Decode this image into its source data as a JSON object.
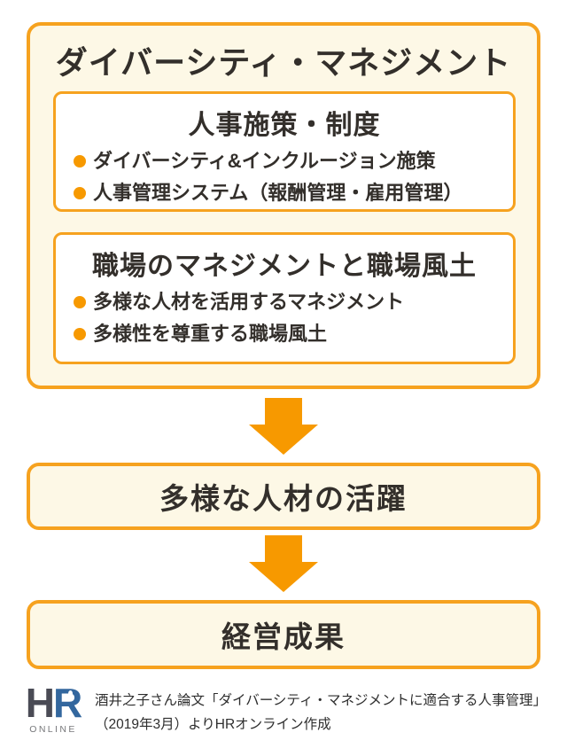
{
  "colors": {
    "accent_orange_border": "#F6A21F",
    "accent_orange_fill": "#F79900",
    "panel_cream": "#FDF8E6",
    "text_dark": "#332F2B",
    "logo_h_color": "#4A4B55",
    "logo_r_color": "#33679E",
    "logo_online_color": "#77787B",
    "credit_color": "#2E2E2E"
  },
  "diagram": {
    "title": "ダイバーシティ・マネジメント",
    "sections": [
      {
        "heading": "人事施策・制度",
        "bullets": [
          "ダイバーシティ&インクルージョン施策",
          "人事管理システム（報酬管理・雇用管理）"
        ]
      },
      {
        "heading": "職場のマネジメントと職場風土",
        "bullets": [
          "多様な人材を活用するマネジメント",
          "多様性を尊重する職場風土"
        ]
      }
    ],
    "outcomes": [
      "多様な人材の活躍",
      "経営成果"
    ],
    "icons": {
      "down_arrow": "down-arrow-icon",
      "bullet": "bullet-dot-icon"
    }
  },
  "footer": {
    "logo": {
      "h": "H",
      "r": "R",
      "online": "ONLINE"
    },
    "credit_line1": "酒井之子さん論文「ダイバーシティ・マネジメントに適合する人事管理」",
    "credit_line2": "（2019年3月）よりHRオンライン作成"
  }
}
